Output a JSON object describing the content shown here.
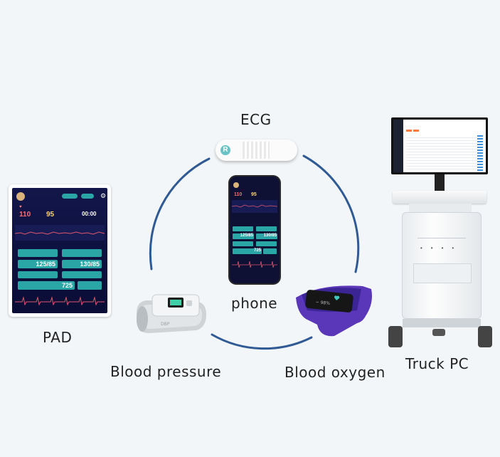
{
  "diagram": {
    "center_label": "phone",
    "nodes": [
      {
        "id": "ecg",
        "label": "ECG"
      },
      {
        "id": "pad",
        "label": "PAD"
      },
      {
        "id": "blood_pressure",
        "label": "Blood pressure"
      },
      {
        "id": "blood_oxygen",
        "label": "Blood oxygen"
      },
      {
        "id": "truck_pc",
        "label": "Truck PC"
      }
    ],
    "ring_color": "#2f5a93"
  },
  "pad_screen": {
    "values": [
      "110",
      "95",
      "00:00",
      "125/85",
      "130/85",
      "725"
    ]
  },
  "phone_screen": {
    "values": [
      "110",
      "95",
      "125/85",
      "130/85",
      "725"
    ]
  }
}
